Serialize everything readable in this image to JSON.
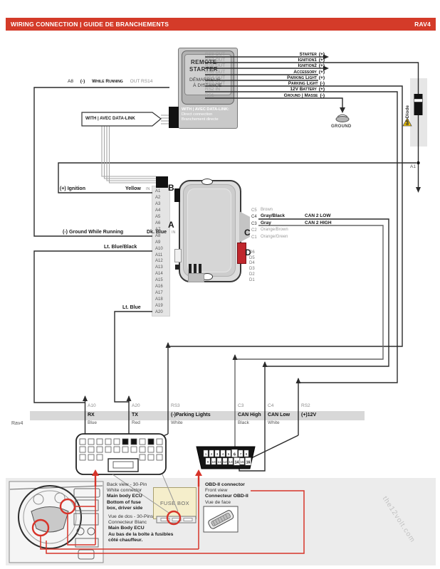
{
  "header": {
    "title": "WIRING CONNECTION | GUIDE DE BRANCHEMENTS",
    "vehicle": "RAV4"
  },
  "remote_starter": {
    "name_en_1": "REMOTE",
    "name_en_2": "STARTER",
    "name_fr_1": "DÉMARREUR",
    "name_fr_2": "À DISTANCE",
    "note_title": "WITH | AVEC DATA-LINK:",
    "note_line1": "Direct connection",
    "note_line2": "Branchement directe"
  },
  "datalink_tag": "WITH | AVEC DATA-LINK",
  "rs_rows": [
    {
      "port": "RS8 OUT",
      "signal": "Starter",
      "polarity": "(+)"
    },
    {
      "port": "RS7 OUT",
      "signal": "Ignition1",
      "polarity": "(+)"
    },
    {
      "port": "RS6 OUT",
      "signal": "Ignition2",
      "polarity": "(+)"
    },
    {
      "port": "RS5 OUT",
      "signal": "Accessory",
      "polarity": "(+)"
    },
    {
      "port": "RS4 OUT",
      "signal": "Parking Light",
      "polarity": "(+)"
    },
    {
      "port": "RS3 OUT",
      "signal": "Parking Light",
      "polarity": "(-)"
    },
    {
      "port": "RS2 IN",
      "signal": "12V Battery",
      "polarity": "(+)"
    },
    {
      "port": "RS1",
      "signal": "Ground | Masse",
      "polarity": "(-)"
    }
  ],
  "ground_label": "GROUND",
  "diode_label": "1A Diode",
  "junction_label": "A1",
  "wire_labels": {
    "top": {
      "pin": "A8",
      "polarity": "(-)",
      "name": "While Running",
      "via": "OUT RS14"
    },
    "ignition": {
      "name": "(+) Ignition",
      "color": "Yellow",
      "dir": "IN"
    },
    "ground_while_running": {
      "name": "(-) Ground While Running",
      "color": "Dk. Blue",
      "dir": "IN"
    },
    "rx": {
      "color": "Lt. Blue/Black"
    },
    "tx": {
      "color": "Lt. Blue"
    }
  },
  "module": {
    "a": "A",
    "b": "B",
    "c": "C",
    "d": "D",
    "a_pins": [
      "A1",
      "A2",
      "A3",
      "A4",
      "A5",
      "A6",
      "A7",
      "A8",
      "A9",
      "A10",
      "A11",
      "A12",
      "A13",
      "A14",
      "A15",
      "A16",
      "A17",
      "A18",
      "A19",
      "A20"
    ],
    "c_rows": [
      {
        "pin": "C5",
        "color": "Brown",
        "signal": ""
      },
      {
        "pin": "C4",
        "color": "Gray/Black",
        "signal": "CAN 2 LOW"
      },
      {
        "pin": "C3",
        "color": "Gray",
        "signal": "CAN 2 HIGH"
      },
      {
        "pin": "C2",
        "color": "Orange/Brown",
        "signal": ""
      },
      {
        "pin": "C1",
        "color": "Orange/Green",
        "signal": ""
      }
    ],
    "d_pins": [
      "D6",
      "D5",
      "D4",
      "D3",
      "D2",
      "D1"
    ]
  },
  "bottom_table": {
    "vehicle": "Rav4",
    "columns": [
      {
        "pin": "A10",
        "signal": "RX",
        "color": "Blue"
      },
      {
        "pin": "A20",
        "signal": "TX",
        "color": "Red"
      },
      {
        "pin": "RS3",
        "signal": "(-)Parking Lights",
        "color": "White"
      },
      {
        "pin": "C3",
        "signal": "CAN High",
        "color": "Black"
      },
      {
        "pin": "C4",
        "signal": "CAN Low",
        "color": "White"
      },
      {
        "pin": "RS2",
        "signal": "(+)12V",
        "color": ""
      }
    ]
  },
  "obd": {
    "top_pins": [
      "1",
      "2",
      "3",
      "4",
      "5",
      "6",
      "7",
      "8"
    ],
    "bottom_pins": [
      "9",
      "10",
      "11",
      "12",
      "13",
      "14",
      "15",
      "16"
    ]
  },
  "notes": {
    "ecu_en": [
      "Back view - 30-Pin",
      "White connector",
      "Main body ECU",
      "Bottom of fuse",
      "box, driver side"
    ],
    "ecu_fr": [
      "Vue de dos - 30-Pins",
      "Connecteur Blanc",
      "Main Body ECU",
      "Au bas de la boîte à fusibles",
      "côté chauffeur."
    ],
    "fusebox": "FUSE BOX",
    "obd_lines": [
      "OBD-II connector",
      "Front view",
      "Connecteur OBD-II",
      "Vue de face"
    ]
  },
  "watermark": "the12volt.com",
  "colors": {
    "accent_red": "#d43b29",
    "wire_dark": "#2b2b2b",
    "wire_gray": "#8f8f8f",
    "datalink_wire": "#a6a6a6",
    "d_port_red": "#c0272d",
    "warning_yellow": "#f2c500"
  }
}
